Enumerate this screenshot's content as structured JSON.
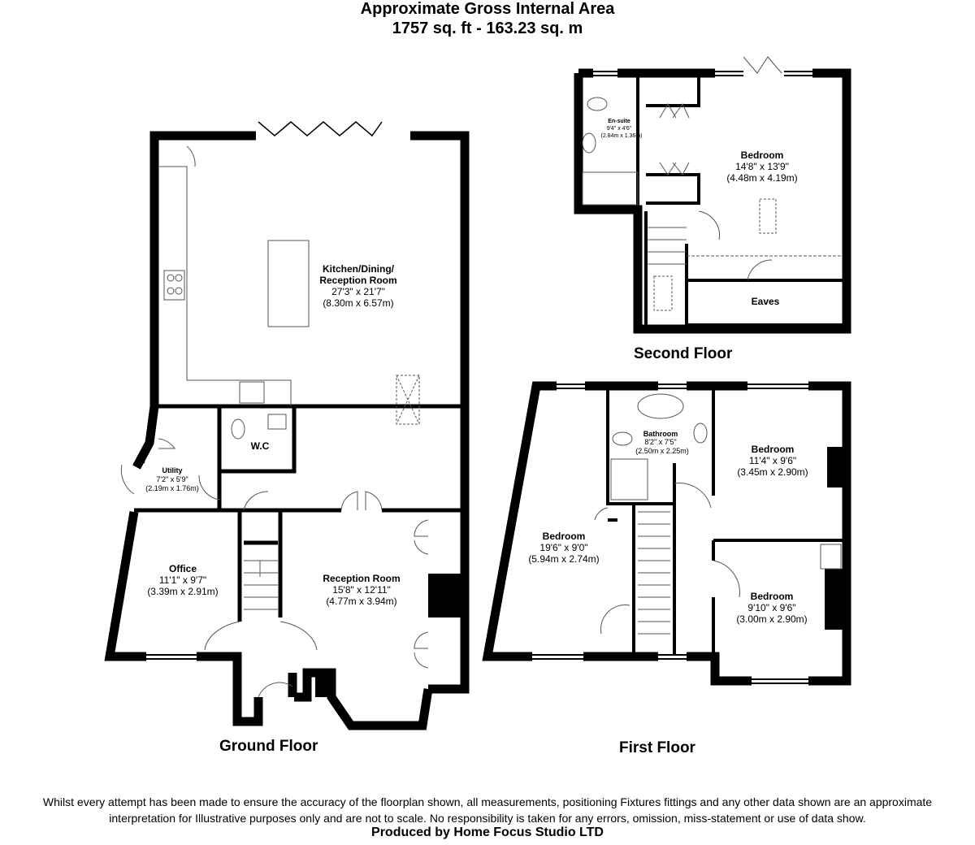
{
  "header": {
    "title": "Approximate Gross Internal Area",
    "area": "1757 sq. ft - 163.23 sq. m"
  },
  "floors": {
    "ground": "Ground Floor",
    "first": "First Floor",
    "second": "Second Floor"
  },
  "rooms": {
    "kitchen": {
      "name1": "Kitchen/Dining/",
      "name2": "Reception Room",
      "imperial": "27'3\" x 21'7\"",
      "metric": "(8.30m x 6.57m)"
    },
    "wc": {
      "name": "W.C"
    },
    "utility": {
      "name": "Utility",
      "imperial": "7'2\" x 5'9\"",
      "metric": "(2.19m x 1.76m)"
    },
    "office": {
      "name": "Office",
      "imperial": "11'1\" x 9'7\"",
      "metric": "(3.39m x 2.91m)"
    },
    "reception": {
      "name": "Reception Room",
      "imperial": "15'8\" x 12'11\"",
      "metric": "(4.77m x 3.94m)"
    },
    "ensuite": {
      "name": "En-suite",
      "imperial": "9'4\" x 4'6\"",
      "metric": "(2.84m x 1.36m)"
    },
    "bedroom_top": {
      "name": "Bedroom",
      "imperial": "14'8\" x 13'9\"",
      "metric": "(4.48m x 4.19m)"
    },
    "eaves": {
      "name": "Eaves"
    },
    "bathroom": {
      "name": "Bathroom",
      "imperial": "8'2\" x 7'5\"",
      "metric": "(2.50m x 2.25m)"
    },
    "bedroom_left": {
      "name": "Bedroom",
      "imperial": "19'6\" x 9'0\"",
      "metric": "(5.94m x 2.74m)"
    },
    "bedroom_right_top": {
      "name": "Bedroom",
      "imperial": "11'4\" x 9'6\"",
      "metric": "(3.45m x 2.90m)"
    },
    "bedroom_right_bottom": {
      "name": "Bedroom",
      "imperial": "9'10\" x 9'6\"",
      "metric": "(3.00m x 2.90m)"
    }
  },
  "footer": {
    "disclaimer_line1": "Whilst every attempt has been made to ensure the accuracy of the floorplan shown, all measurements, positioning Fixtures fittings and any other data shown are an approximate",
    "disclaimer_line2": "interpretation for Illustrative purposes only  and are not to scale. No responsibility is taken for any errors, omission, miss-statement or use of data show.",
    "producer": "Produced by Home Focus Studio LTD"
  }
}
